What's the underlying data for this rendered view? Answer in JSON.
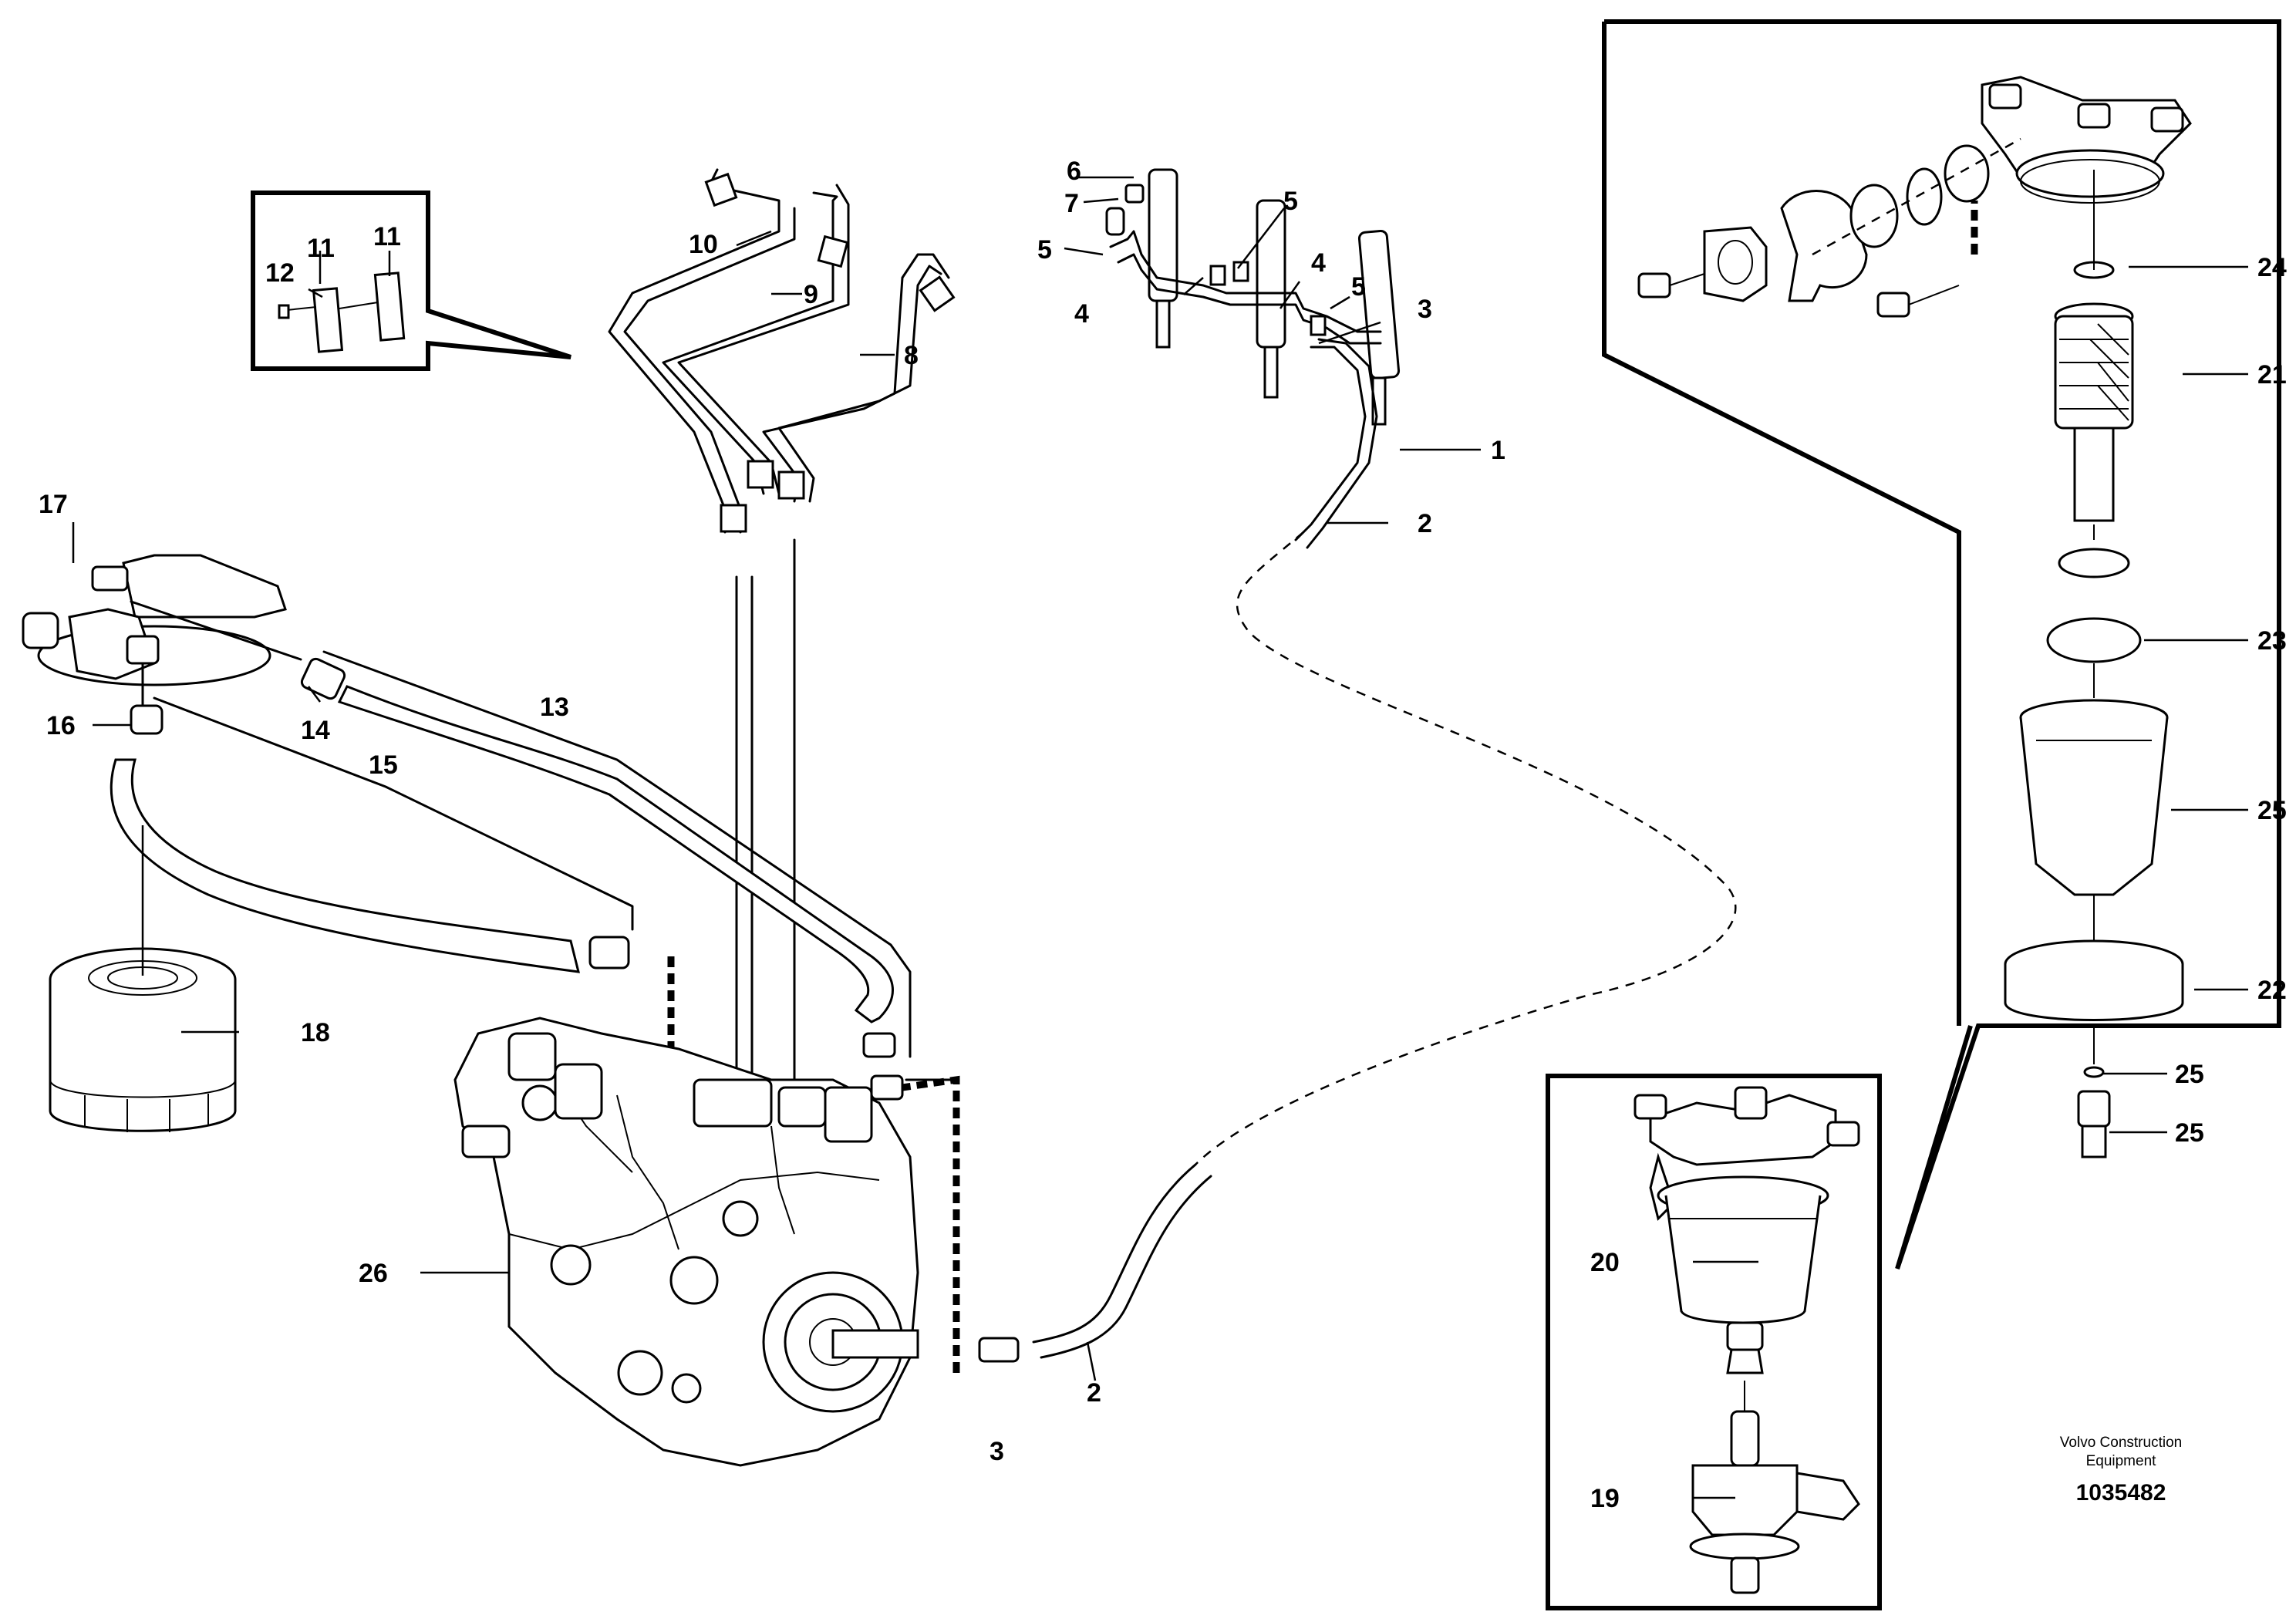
{
  "diagram": {
    "callouts": [
      {
        "id": "c1",
        "text": "1"
      },
      {
        "id": "c2a",
        "text": "2"
      },
      {
        "id": "c2b",
        "text": "2"
      },
      {
        "id": "c3a",
        "text": "3"
      },
      {
        "id": "c3b",
        "text": "3"
      },
      {
        "id": "c4a",
        "text": "4"
      },
      {
        "id": "c4b",
        "text": "4"
      },
      {
        "id": "c5a",
        "text": "5"
      },
      {
        "id": "c5b",
        "text": "5"
      },
      {
        "id": "c5c",
        "text": "5"
      },
      {
        "id": "c6",
        "text": "6"
      },
      {
        "id": "c7",
        "text": "7"
      },
      {
        "id": "c8",
        "text": "8"
      },
      {
        "id": "c9",
        "text": "9"
      },
      {
        "id": "c10",
        "text": "10"
      },
      {
        "id": "c11a",
        "text": "11"
      },
      {
        "id": "c11b",
        "text": "11"
      },
      {
        "id": "c12",
        "text": "12"
      },
      {
        "id": "c13",
        "text": "13"
      },
      {
        "id": "c14",
        "text": "14"
      },
      {
        "id": "c15",
        "text": "15"
      },
      {
        "id": "c16",
        "text": "16"
      },
      {
        "id": "c17",
        "text": "17"
      },
      {
        "id": "c18",
        "text": "18"
      },
      {
        "id": "c19",
        "text": "19"
      },
      {
        "id": "c20",
        "text": "20"
      },
      {
        "id": "c21",
        "text": "21"
      },
      {
        "id": "c22",
        "text": "22"
      },
      {
        "id": "c23",
        "text": "23"
      },
      {
        "id": "c24",
        "text": "24"
      },
      {
        "id": "c25a",
        "text": "25"
      },
      {
        "id": "c25b",
        "text": "25"
      },
      {
        "id": "c25c",
        "text": "25"
      },
      {
        "id": "c26",
        "text": "26"
      }
    ],
    "caption": {
      "line1": "Volvo Construction",
      "line2": "Equipment",
      "doc_number": "1035482"
    }
  }
}
